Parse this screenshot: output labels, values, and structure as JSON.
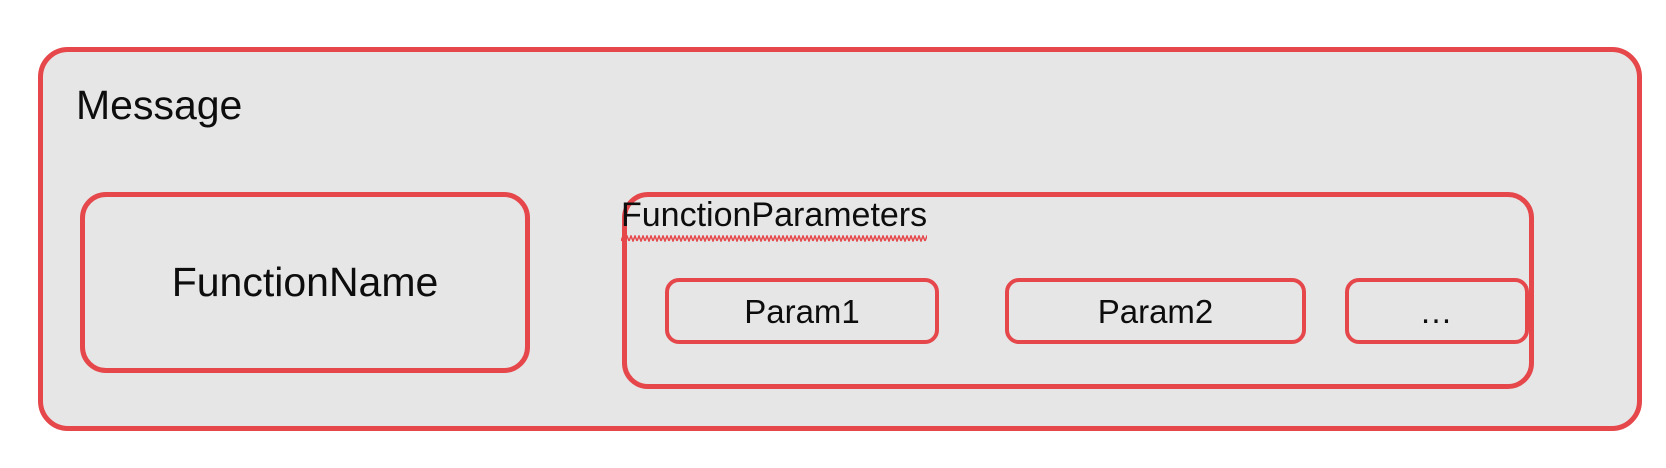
{
  "diagram": {
    "title": "Message",
    "theme": {
      "stroke_color": "#e5474b",
      "fill_color": "#e6e6e6",
      "text_color": "#0d0d0d",
      "page_background": "#ffffff",
      "spellcheck_underline_color": "#e5474b"
    },
    "nodes": {
      "message": {
        "label": "Message",
        "label_position": "top-left"
      },
      "function_name": {
        "label": "FunctionName",
        "label_position": "center"
      },
      "function_parameters": {
        "label": "FunctionParameters",
        "label_position": "top-left",
        "spellcheck_flagged": true,
        "params": [
          {
            "label": "Param1"
          },
          {
            "label": "Param2"
          },
          {
            "label": "…"
          }
        ]
      }
    }
  }
}
